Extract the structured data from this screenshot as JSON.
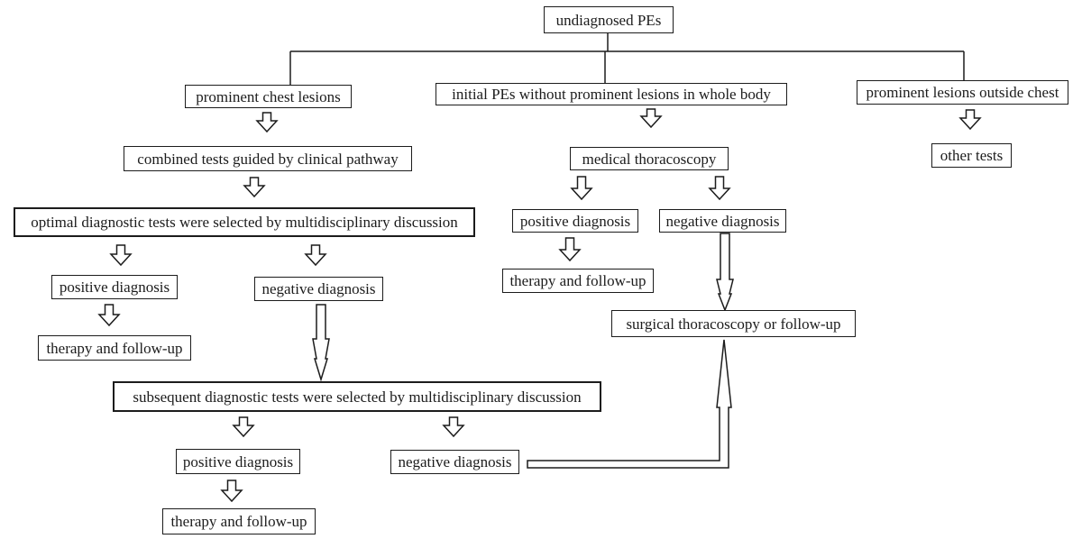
{
  "figure": {
    "background_color": "#ffffff",
    "line_color": "#1c1c1c"
  },
  "nodes": {
    "undiagnosed_pes": "undiagnosed PEs",
    "prominent_chest_lesions": "prominent chest lesions",
    "initial_pes": "initial PEs without prominent lesions in whole body",
    "prominent_lesions_outside_chest": "prominent lesions outside chest",
    "combined_tests": "combined tests guided by clinical pathway",
    "medical_thoracoscopy": "medical thoracoscopy",
    "other_tests": "other tests",
    "optimal_tests": "optimal diagnostic tests were selected by multidisciplinary discussion",
    "positive_diagnosis_left": "positive diagnosis",
    "negative_diagnosis_left": "negative diagnosis",
    "therapy_left": "therapy and follow-up",
    "positive_diagnosis_mid": "positive diagnosis",
    "negative_diagnosis_mid": "negative diagnosis",
    "therapy_mid": "therapy and follow-up",
    "surgical_thoracoscopy": "surgical thoracoscopy or follow-up",
    "subsequent_tests": "subsequent diagnostic tests were selected by multidisciplinary discussion",
    "positive_diagnosis_bottom": "positive diagnosis",
    "negative_diagnosis_bottom": "negative diagnosis",
    "therapy_bottom": "therapy and follow-up"
  },
  "edges": [
    {
      "from": "undiagnosed_pes",
      "to": "prominent_chest_lesions"
    },
    {
      "from": "undiagnosed_pes",
      "to": "initial_pes"
    },
    {
      "from": "undiagnosed_pes",
      "to": "prominent_lesions_outside_chest"
    },
    {
      "from": "prominent_chest_lesions",
      "to": "combined_tests"
    },
    {
      "from": "combined_tests",
      "to": "optimal_tests"
    },
    {
      "from": "optimal_tests",
      "to": "positive_diagnosis_left"
    },
    {
      "from": "optimal_tests",
      "to": "negative_diagnosis_left"
    },
    {
      "from": "positive_diagnosis_left",
      "to": "therapy_left"
    },
    {
      "from": "negative_diagnosis_left",
      "to": "subsequent_tests"
    },
    {
      "from": "subsequent_tests",
      "to": "positive_diagnosis_bottom"
    },
    {
      "from": "subsequent_tests",
      "to": "negative_diagnosis_bottom"
    },
    {
      "from": "positive_diagnosis_bottom",
      "to": "therapy_bottom"
    },
    {
      "from": "negative_diagnosis_bottom",
      "to": "surgical_thoracoscopy"
    },
    {
      "from": "initial_pes",
      "to": "medical_thoracoscopy"
    },
    {
      "from": "medical_thoracoscopy",
      "to": "positive_diagnosis_mid"
    },
    {
      "from": "medical_thoracoscopy",
      "to": "negative_diagnosis_mid"
    },
    {
      "from": "positive_diagnosis_mid",
      "to": "therapy_mid"
    },
    {
      "from": "negative_diagnosis_mid",
      "to": "surgical_thoracoscopy"
    },
    {
      "from": "prominent_lesions_outside_chest",
      "to": "other_tests"
    }
  ]
}
